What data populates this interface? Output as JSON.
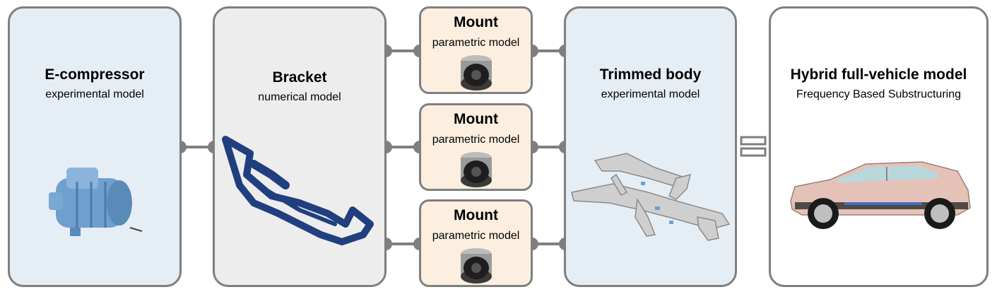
{
  "components": {
    "ecompressor": {
      "title": "E-compressor",
      "subtitle": "experimental model",
      "image_icon": "e-compressor-icon"
    },
    "bracket": {
      "title": "Bracket",
      "subtitle": "numerical model",
      "image_icon": "bracket-icon"
    },
    "mounts": [
      {
        "title": "Mount",
        "subtitle": "parametric model",
        "image_icon": "rubber-mount-icon"
      },
      {
        "title": "Mount",
        "subtitle": "parametric model",
        "image_icon": "rubber-mount-icon"
      },
      {
        "title": "Mount",
        "subtitle": "parametric model",
        "image_icon": "rubber-mount-icon"
      }
    ],
    "body": {
      "title": "Trimmed body",
      "subtitle": "experimental model",
      "image_icon": "vehicle-frame-icon"
    },
    "vehicle": {
      "title": "Hybrid full-vehicle model",
      "subtitle": "Frequency Based Substructuring",
      "image_icon": "car-icon"
    }
  },
  "equals_symbol": "equals-icon",
  "colors": {
    "border": "#7f7f7f",
    "blue_panel": "#e6eef5",
    "grey_panel": "#ededed",
    "mount_panel": "#fcefe0",
    "bracket": "#1f3f7f",
    "compressor": "#6f9fcf"
  }
}
